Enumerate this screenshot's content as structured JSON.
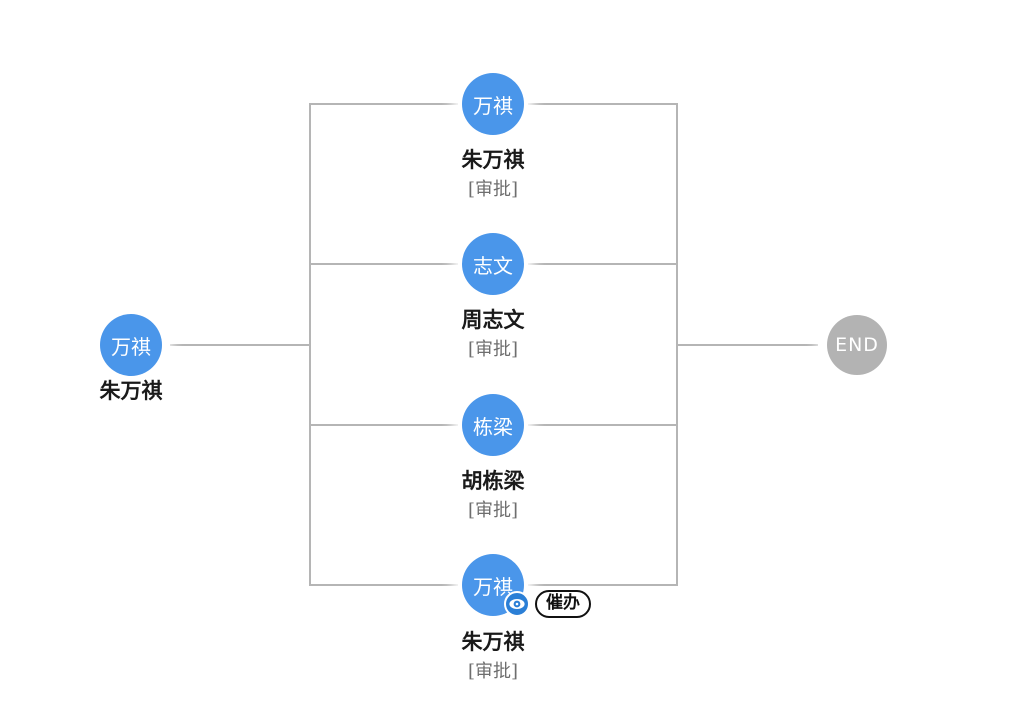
{
  "flow": {
    "start_node": {
      "avatar_text": "万祺",
      "name": "朱万祺"
    },
    "approvers": [
      {
        "avatar_text": "万祺",
        "name": "朱万祺",
        "status": "[审批]"
      },
      {
        "avatar_text": "志文",
        "name": "周志文",
        "status": "[审批]"
      },
      {
        "avatar_text": "栋梁",
        "name": "胡栋梁",
        "status": "[审批]"
      },
      {
        "avatar_text": "万祺",
        "name": "朱万祺",
        "status": "[审批]",
        "viewed_icon": "eye-icon",
        "urge_button_label": "催办"
      }
    ],
    "end_node": {
      "label": "END"
    }
  },
  "colors": {
    "avatar_blue": "#4a96ea",
    "eye_badge_blue": "#2b7fd6",
    "end_gray": "#b3b3b3",
    "line_gray": "#b5b5b5",
    "name_text": "#1a1a1a",
    "status_text": "#6e6e6e"
  }
}
